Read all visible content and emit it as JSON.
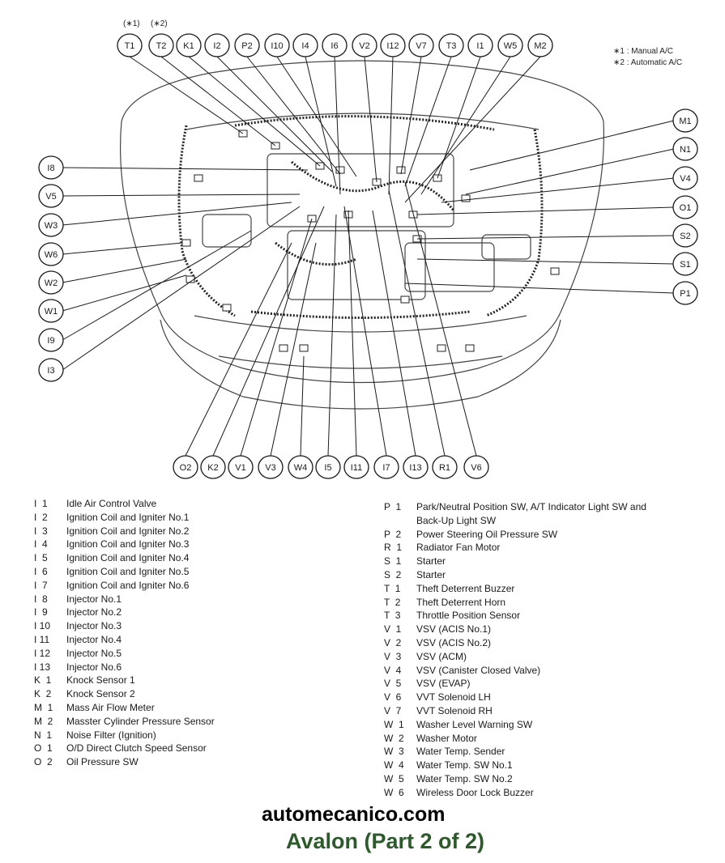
{
  "notes": {
    "top_left_1": "(∗1)",
    "top_left_2": "(∗2)",
    "manual": "∗1 : Manual A/C",
    "automatic": "∗2 : Automatic A/C"
  },
  "callouts": {
    "top": [
      "T1",
      "T2",
      "K1",
      "I2",
      "P2",
      "I10",
      "I4",
      "I6",
      "V2",
      "I12",
      "V7",
      "T3",
      "I1",
      "W5",
      "M2"
    ],
    "left": [
      "I8",
      "V5",
      "W3",
      "W6",
      "W2",
      "W1",
      "I9",
      "I3"
    ],
    "right": [
      "M1",
      "N1",
      "V4",
      "O1",
      "S2",
      "S1",
      "P1"
    ],
    "bottom": [
      "O2",
      "K2",
      "V1",
      "V3",
      "W4",
      "I5",
      "I11",
      "I7",
      "I13",
      "R1",
      "V6"
    ]
  },
  "legend_left": [
    {
      "code": "I  1",
      "desc": "Idle Air Control Valve"
    },
    {
      "code": "I  2",
      "desc": "Ignition Coil and Igniter No.1"
    },
    {
      "code": "I  3",
      "desc": "Ignition Coil and Igniter No.2"
    },
    {
      "code": "I  4",
      "desc": "Ignition Coil and Igniter No.3"
    },
    {
      "code": "I  5",
      "desc": "Ignition Coil and Igniter No.4"
    },
    {
      "code": "I  6",
      "desc": "Ignition Coil and Igniter No.5"
    },
    {
      "code": "I  7",
      "desc": "Ignition Coil and Igniter No.6"
    },
    {
      "code": "I  8",
      "desc": "Injector No.1"
    },
    {
      "code": "I  9",
      "desc": "Injector No.2"
    },
    {
      "code": "I 10",
      "desc": "Injector No.3"
    },
    {
      "code": "I 11",
      "desc": "Injector No.4"
    },
    {
      "code": "I 12",
      "desc": "Injector No.5"
    },
    {
      "code": "I 13",
      "desc": "Injector No.6"
    },
    {
      "code": "K  1",
      "desc": "Knock Sensor 1"
    },
    {
      "code": "K  2",
      "desc": "Knock Sensor 2"
    },
    {
      "code": "M  1",
      "desc": "Mass Air Flow Meter"
    },
    {
      "code": "M  2",
      "desc": "Masster Cylinder Pressure Sensor"
    },
    {
      "code": "N  1",
      "desc": "Noise Filter (Ignition)"
    },
    {
      "code": "O  1",
      "desc": "O/D Direct Clutch Speed Sensor"
    },
    {
      "code": "O  2",
      "desc": "Oil Pressure SW"
    }
  ],
  "legend_right": [
    {
      "code": "P  1",
      "desc": "Park/Neutral Position SW, A/T Indicator Light SW and"
    },
    {
      "code": "",
      "desc": "Back-Up Light SW"
    },
    {
      "code": "P  2",
      "desc": "Power Steering Oil Pressure SW"
    },
    {
      "code": "R  1",
      "desc": "Radiator Fan Motor"
    },
    {
      "code": "S  1",
      "desc": "Starter"
    },
    {
      "code": "S  2",
      "desc": "Starter"
    },
    {
      "code": "T  1",
      "desc": "Theft Deterrent Buzzer"
    },
    {
      "code": "T  2",
      "desc": "Theft Deterrent Horn"
    },
    {
      "code": "T  3",
      "desc": "Throttle Position Sensor"
    },
    {
      "code": "V  1",
      "desc": "VSV (ACIS No.1)"
    },
    {
      "code": "V  2",
      "desc": "VSV (ACIS No.2)"
    },
    {
      "code": "V  3",
      "desc": "VSV (ACM)"
    },
    {
      "code": "V  4",
      "desc": "VSV (Canister Closed Valve)"
    },
    {
      "code": "V  5",
      "desc": "VSV (EVAP)"
    },
    {
      "code": "V  6",
      "desc": "VVT Solenoid LH"
    },
    {
      "code": "V  7",
      "desc": "VVT Solenoid RH"
    },
    {
      "code": "W  1",
      "desc": "Washer Level Warning SW"
    },
    {
      "code": "W  2",
      "desc": "Washer Motor"
    },
    {
      "code": "W  3",
      "desc": "Water Temp. Sender"
    },
    {
      "code": "W  4",
      "desc": "Water Temp. SW No.1"
    },
    {
      "code": "W  5",
      "desc": "Water Temp. SW No.2"
    },
    {
      "code": "W  6",
      "desc": "Wireless Door Lock Buzzer"
    }
  ],
  "site_title": "automecanico.com",
  "page_caption": "Avalon (Part 2 of 2)"
}
